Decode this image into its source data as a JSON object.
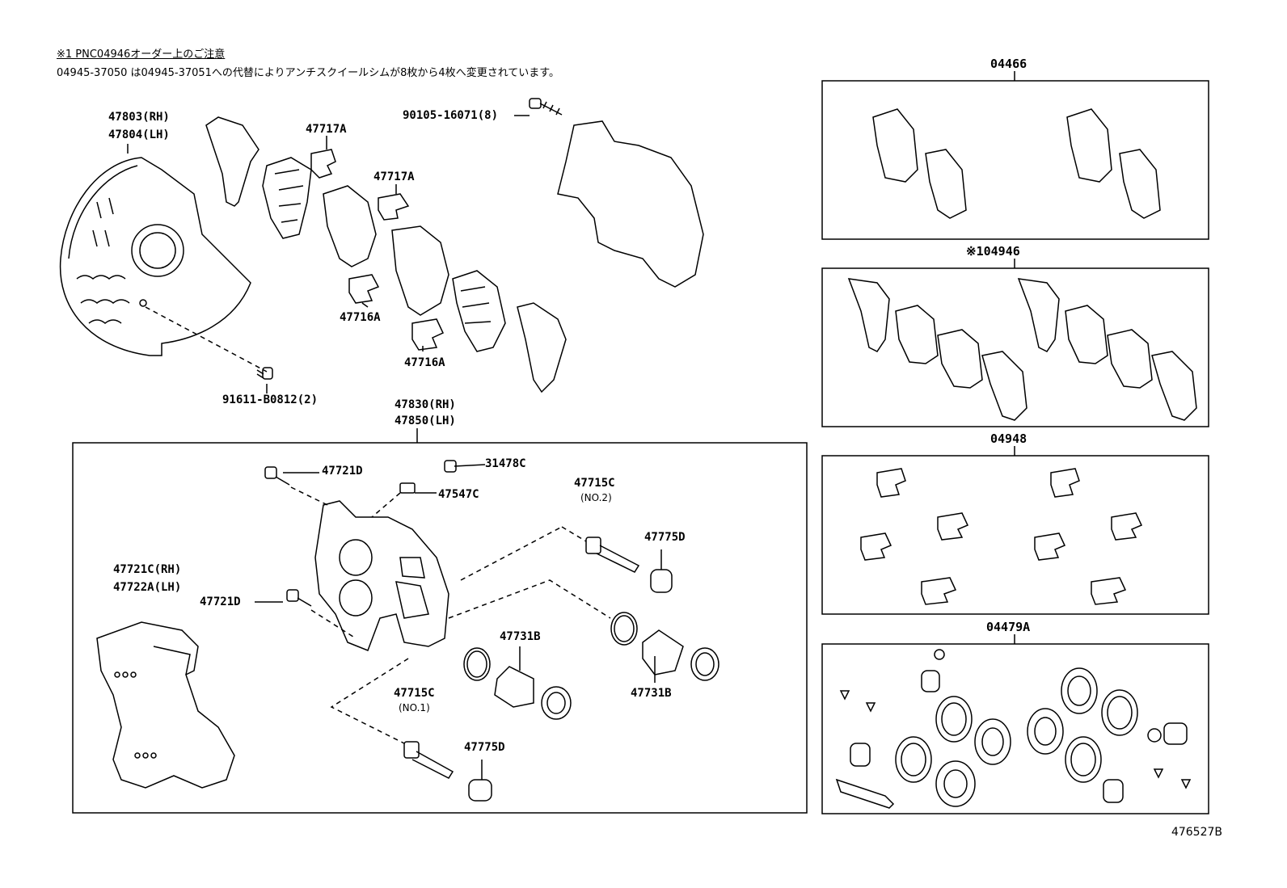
{
  "notes": {
    "title": "※1 PNC04946オーダー上のご注意",
    "body": "04945-37050 は04945-37051への代替によりアンチスクイールシムが8枚から4枚へ変更されています。"
  },
  "labels": {
    "shield_rh": "47803(RH)",
    "shield_lh": "47804(LH)",
    "clip_a_top1": "47717A",
    "clip_a_top2": "47717A",
    "bolt_top": "90105-16071(8)",
    "clip_b1": "47716A",
    "clip_b2": "47716A",
    "shield_bolt": "91611-B0812(2)",
    "caliper_rh": "47830(RH)",
    "caliper_lh": "47850(LH)",
    "bleeder_bolt": "47721D",
    "bleeder_cap": "31478C",
    "bleeder_plug": "47547C",
    "pin_no2": "47715C",
    "pin_no2_sub": "(NO.2)",
    "boot_top": "47775D",
    "mount_rh": "47721C(RH)",
    "mount_lh": "47722A(LH)",
    "bolt_lower": "47721D",
    "piston_a": "47731B",
    "piston_b": "47731B",
    "pin_no1": "47715C",
    "pin_no1_sub": "(NO.1)",
    "boot_bottom": "47775D"
  },
  "kits": {
    "pads": "04466",
    "shims": "※104946",
    "clips": "04948",
    "seals": "04479A"
  },
  "figure_number": "476527B"
}
